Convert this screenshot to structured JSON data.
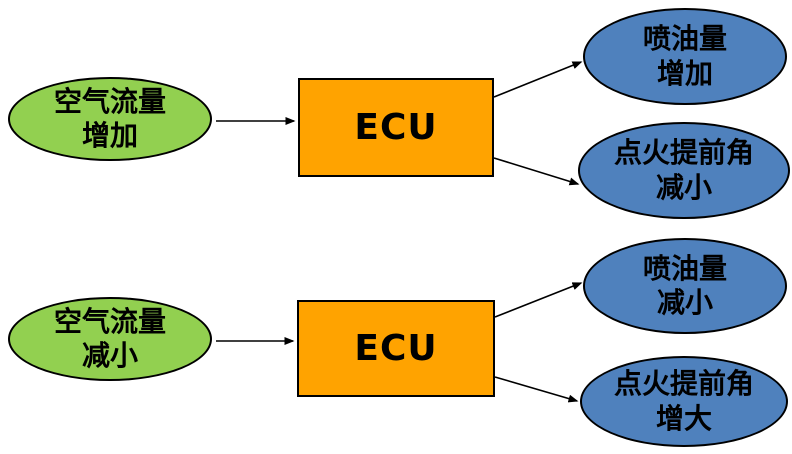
{
  "diagram": {
    "description": "ECU control flow diagram: changes in air flow processed by ECU produce fuel-injection and ignition-advance-angle adjustments",
    "colors": {
      "green": "#92D050",
      "orange": "#FFA300",
      "blue": "#4F81BD",
      "outline": "#000000",
      "bg": "#FFFFFF"
    },
    "rows": [
      {
        "input": {
          "line1": "空气流量",
          "line2": "增加"
        },
        "processor": "ECU",
        "outputs": [
          {
            "line1": "喷油量",
            "line2": "增加"
          },
          {
            "line1": "点火提前角",
            "line2": "减小"
          }
        ]
      },
      {
        "input": {
          "line1": "空气流量",
          "line2": "减小"
        },
        "processor": "ECU",
        "outputs": [
          {
            "line1": "喷油量",
            "line2": "减小"
          },
          {
            "line1": "点火提前角",
            "line2": "增大"
          }
        ]
      }
    ]
  }
}
